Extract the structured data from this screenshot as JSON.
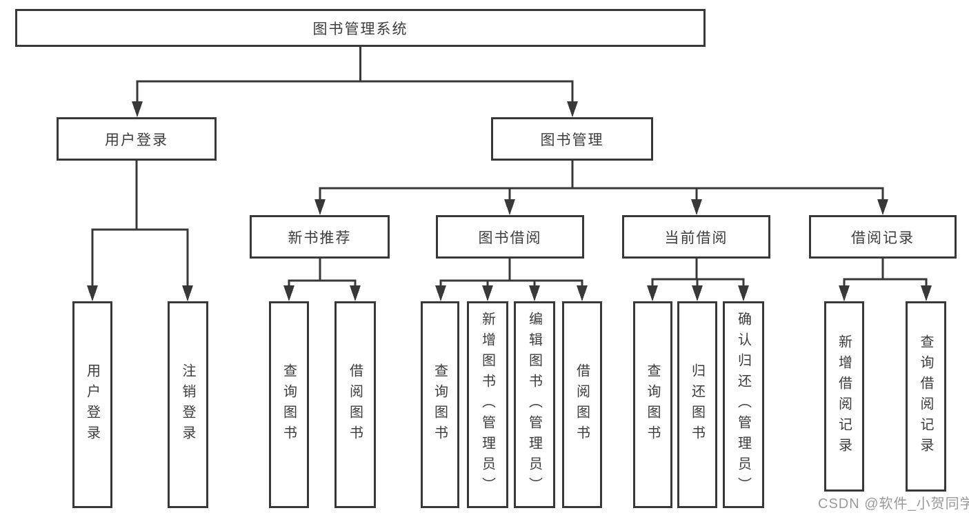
{
  "diagram": {
    "title": "图书管理系统",
    "colors": {
      "line": "#383838",
      "box_border": "#383838",
      "text": "#3d3d3d",
      "watermark": "#999999",
      "background": "#ffffff"
    },
    "nodes": {
      "root": "图书管理系统",
      "level2": {
        "userLogin": "用户登录",
        "bookManagement": "图书管理"
      },
      "level3": {
        "newBookRecommend": "新书推荐",
        "bookBorrowing": "图书借阅",
        "currentBorrowing": "当前借阅",
        "borrowingRecords": "借阅记录"
      },
      "leaves": {
        "userLogin": "用户登录",
        "logout": "注销登录",
        "queryBooksRecommend": "查询图书",
        "borrowBooksRecommend": "借阅图书",
        "queryBooksBorrowing": "查询图书",
        "addBooksAdmin": "新增图书（管理员）",
        "editBooksAdmin": "编辑图书（管理员）",
        "borrowBooksBorrowing": "借阅图书",
        "queryBooksCurrent": "查询图书",
        "returnBooks": "归还图书",
        "confirmReturnAdmin": "确认归还（管理员）",
        "addBorrowRecord": "新增借阅记录",
        "queryBorrowRecord": "查询借阅记录"
      }
    }
  },
  "watermark": {
    "text": "CSDN @软件_小贺同学"
  }
}
